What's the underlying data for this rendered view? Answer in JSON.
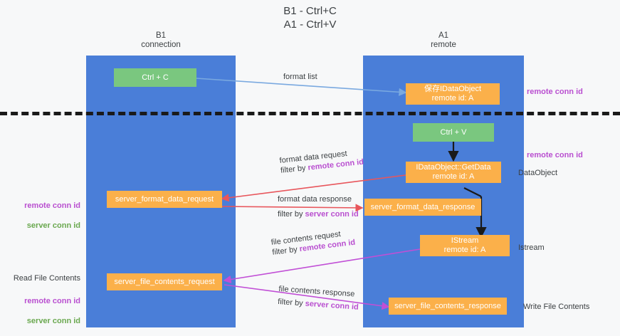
{
  "title": "B1 - Ctrl+C\nA1 - Ctrl+V",
  "columns": {
    "left": {
      "header": "B1\nconnection"
    },
    "right": {
      "header": "A1\nremote"
    }
  },
  "colors": {
    "lane": "#4a7ed8",
    "green_node": "#7ac77f",
    "orange_node": "#fbb04a",
    "magenta_text": "#b94fd0",
    "green_text": "#6aa84f",
    "blue_arrow": "#7aa9e0",
    "red_arrow": "#e8565c",
    "magenta_arrow": "#c14fd6",
    "black_arrow": "#1a1a1a",
    "divider": "#1a1a1a",
    "background": "#f7f8f9"
  },
  "nodes": {
    "ctrl_c": "Ctrl + C",
    "ctrl_v": "Ctrl + V",
    "save_idataobject": "保存IDataObject\nremote id: A",
    "idataobject_getdata": "IDataObject::GetData\nremote id: A",
    "server_format_data_request": "server_format_data_request",
    "server_format_data_response": "server_format_data_response",
    "istream": "IStream\nremote id: A",
    "server_file_contents_request": "server_file_contents_request",
    "server_file_contents_response": "server_file_contents_response"
  },
  "edge_labels": {
    "format_list": {
      "text": "format list"
    },
    "format_data_request": {
      "line1": "format data request",
      "line2_prefix": "filter by ",
      "line2_key": "remote conn id"
    },
    "format_data_response": {
      "line1": "format data response",
      "line2_prefix": "filter by ",
      "line2_key": "server conn id"
    },
    "file_contents_request": {
      "line1": "file contents request",
      "line2_prefix": "filter by ",
      "line2_key": "remote conn id"
    },
    "file_contents_response": {
      "line1": "file contents response",
      "line2_prefix": "filter by ",
      "line2_key": "server conn id"
    }
  },
  "annotations": {
    "right_remote_conn_id_top": "remote conn id",
    "right_remote_conn_id_mid": "remote conn id",
    "right_dataobject": "DataObject",
    "right_istream": "Istream",
    "right_write_file_contents": "Write File Contents",
    "left_conn_ids_mid": {
      "line1": "remote conn id",
      "line2": "server conn id"
    },
    "left_read_file_contents": "Read File Contents",
    "left_conn_ids_bottom": {
      "line1": "remote conn id",
      "line2": "server conn id"
    }
  }
}
